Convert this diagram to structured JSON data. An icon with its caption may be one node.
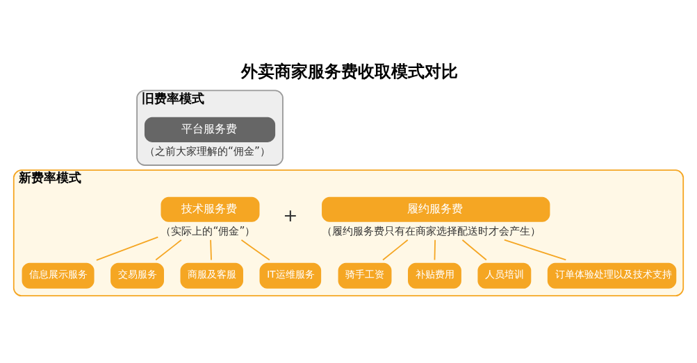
{
  "diagram": {
    "title": "外卖商家服务费收取模式对比",
    "nodes": [
      {
        "text": [
          "旧费率模式"
        ]
      },
      {
        "text": [
          "平台服务费"
        ],
        "beside": [
          "（之前大家理解的“佣金”）"
        ],
        "in": 0
      },
      {
        "text": [
          "新费率模式"
        ]
      },
      {
        "text": [
          "技术服务费"
        ],
        "beside": [
          "（实际上的“佣金”）"
        ],
        "in": 2
      },
      {
        "text": [
          "信息展示服务"
        ],
        "in": 2
      },
      {
        "text": [
          "交易服务"
        ],
        "in": 2
      },
      {
        "text": [
          "商服及客服"
        ],
        "in": 2
      },
      {
        "text": [
          "IT运维服务"
        ],
        "in": 2
      },
      {
        "text": [
          "履约服务费"
        ],
        "beside": [
          "（履约服务费只有在商家选择配送时才会产生）"
        ],
        "in": 2
      },
      {
        "text": [
          "骑手工资"
        ],
        "in": 2
      },
      {
        "text": [
          "补贴费用"
        ],
        "in": 2
      },
      {
        "text": [
          "人员培训"
        ],
        "in": 2
      },
      {
        "text": [
          "订单体验处理以及技术支持"
        ],
        "in": 2
      }
    ],
    "edges": [
      {
        "from": 3,
        "to": 4,
        "arrow": "none"
      },
      {
        "from": 3,
        "to": 5,
        "arrow": "none"
      },
      {
        "from": 3,
        "to": 6,
        "arrow": "none"
      },
      {
        "from": 3,
        "to": 7,
        "arrow": "none"
      },
      {
        "from": 8,
        "to": 9,
        "arrow": "none"
      },
      {
        "from": 8,
        "to": 10,
        "arrow": "none"
      },
      {
        "from": 8,
        "to": 11,
        "arrow": "none"
      },
      {
        "from": 8,
        "to": 12,
        "arrow": "none"
      }
    ],
    "labels": [
      "+"
    ]
  }
}
